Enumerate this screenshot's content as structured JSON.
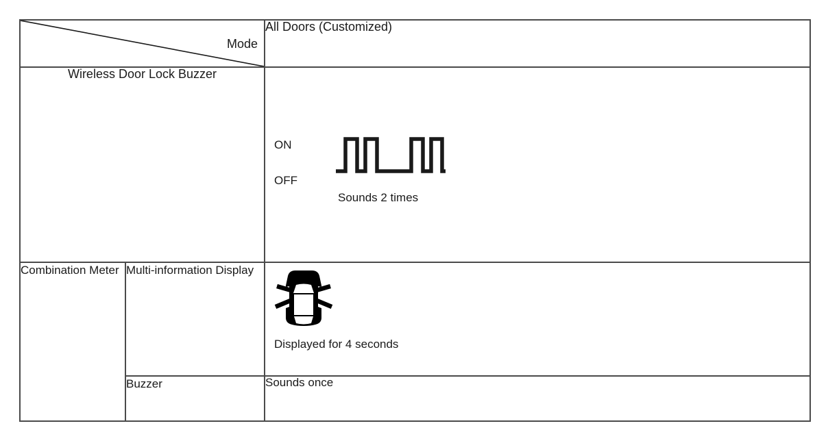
{
  "table": {
    "header": {
      "mode_label": "Mode",
      "mode_value": "All Doors (Customized)"
    },
    "rows": [
      {
        "label": "Wireless Door Lock Buzzer",
        "waveform": {
          "on_label": "ON",
          "off_label": "OFF",
          "caption": "Sounds 2 times",
          "pulse_count": 4,
          "groups": 2
        }
      },
      {
        "label": "Combination Meter",
        "sub_rows": [
          {
            "label": "Multi-information Display",
            "icon": "car-flash-icon",
            "caption": "Displayed for 4 seconds"
          },
          {
            "label": "Buzzer",
            "value": "Sounds once"
          }
        ]
      }
    ]
  },
  "colors": {
    "border": "#4a4a4a",
    "text": "#1a1a1a",
    "background": "#ffffff",
    "waveform_stroke": "#1a1a1a"
  }
}
